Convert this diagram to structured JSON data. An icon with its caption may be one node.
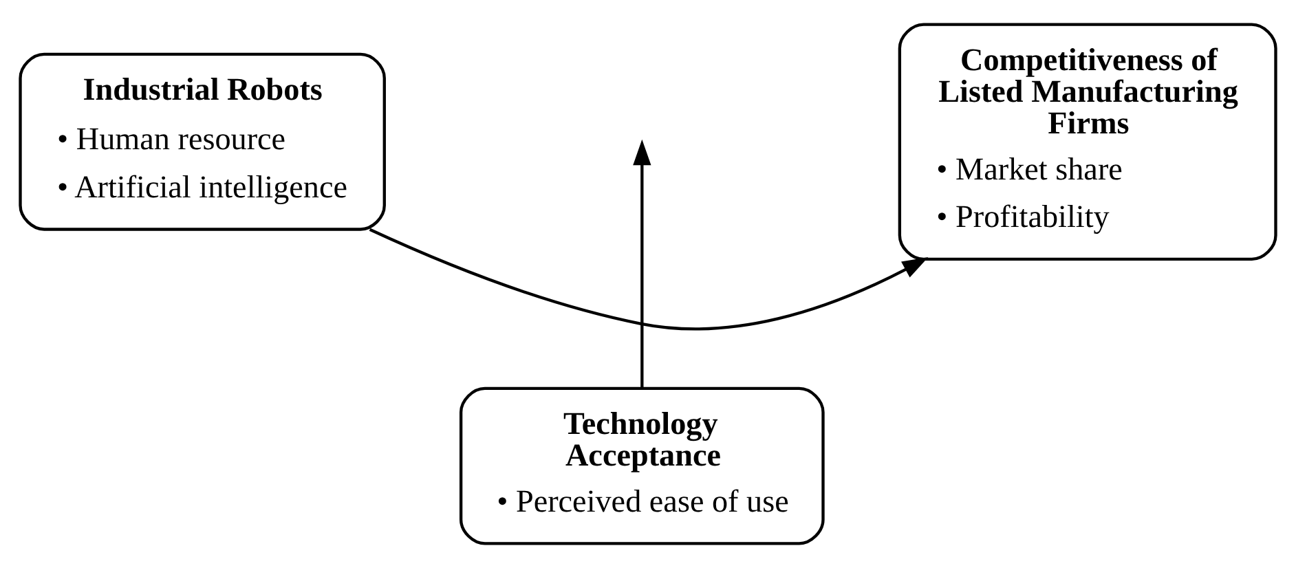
{
  "diagram": {
    "nodes": [
      {
        "text": [
          "Industrial Robots",
          "• Human resource",
          "• Artificial intelligence"
        ]
      },
      {
        "text": [
          "Competitiveness of Listed Manufacturing Firms",
          "• Market share",
          "• Profitability"
        ]
      },
      {
        "text": [
          "Technology Acceptance",
          "• Perceived ease of use"
        ]
      }
    ],
    "edges": [
      {
        "from": 0,
        "to": 1,
        "arrow": "to"
      },
      {
        "from": 2,
        "to": null,
        "arrow": "to"
      }
    ]
  }
}
